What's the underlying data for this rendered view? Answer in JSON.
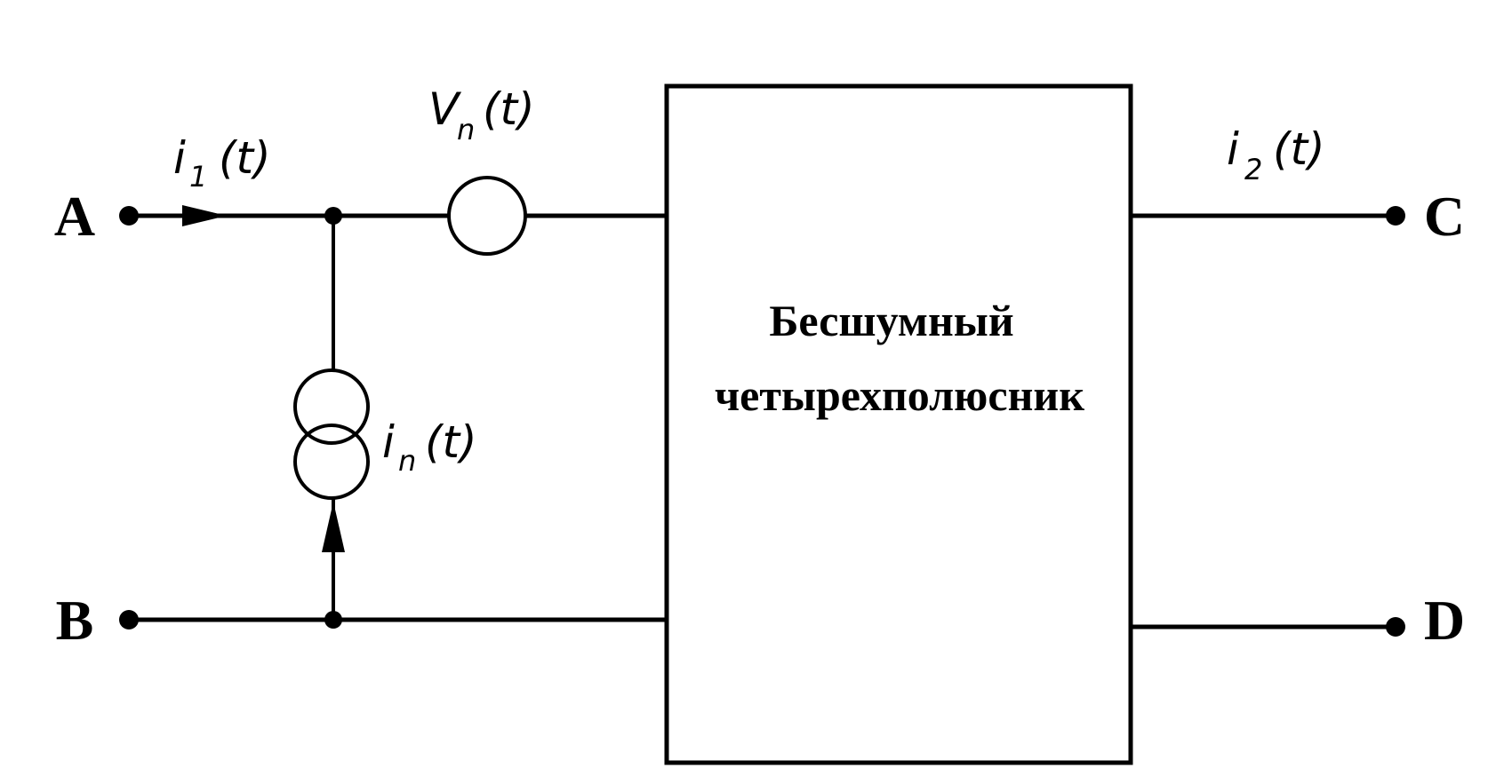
{
  "terminals": {
    "a": "A",
    "b": "B",
    "c": "C",
    "d": "D"
  },
  "block": {
    "line1": "Бесшумный",
    "line2": "четырехполюсник"
  },
  "labels": {
    "i1": {
      "symbol": "i",
      "sub": "1",
      "arg": "(t)"
    },
    "vn": {
      "symbol": "V",
      "sub": "n",
      "arg": "(t)"
    },
    "in": {
      "symbol": "i",
      "sub": "n",
      "arg": "(t)"
    },
    "i2": {
      "symbol": "i",
      "sub": "2",
      "arg": "(t)"
    }
  },
  "colors": {
    "ink": "#000000",
    "background": "#ffffff"
  }
}
